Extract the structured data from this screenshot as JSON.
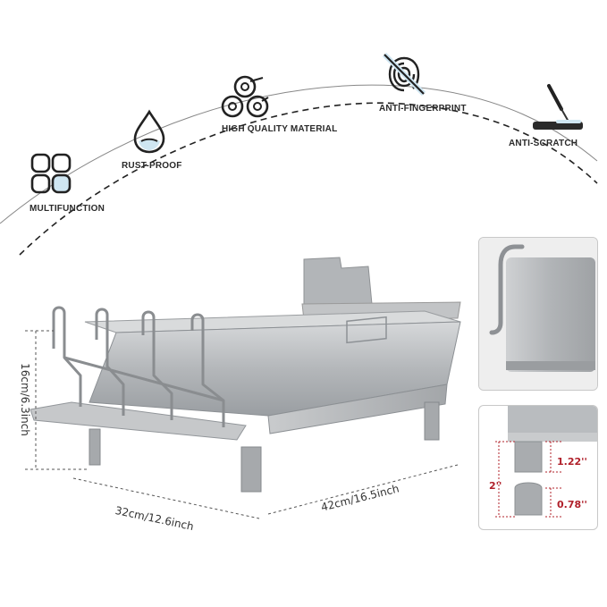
{
  "features": [
    {
      "label": "MULTIFUNCTION",
      "icon": "four-squares-icon"
    },
    {
      "label": "RUST-PROOF",
      "icon": "water-drop-icon"
    },
    {
      "label": "HIGH QUALITY MATERIAL",
      "icon": "metal-rolls-icon"
    },
    {
      "label": "ANTI-FINGERPRINT",
      "icon": "no-fingerprint-icon"
    },
    {
      "label": "ANTI-SCRATCH",
      "icon": "knife-scratch-icon"
    }
  ],
  "dimensions": {
    "height": "16cm/6.3inch",
    "width": "32cm/12.6inch",
    "length": "42cm/16.5inch"
  },
  "detail": {
    "total": "2''",
    "upper": "1.22''",
    "lower": "0.78''"
  },
  "colors": {
    "steel": "#b9bcbf",
    "steel_dark": "#8e9296",
    "accent_red": "#b0202a"
  }
}
